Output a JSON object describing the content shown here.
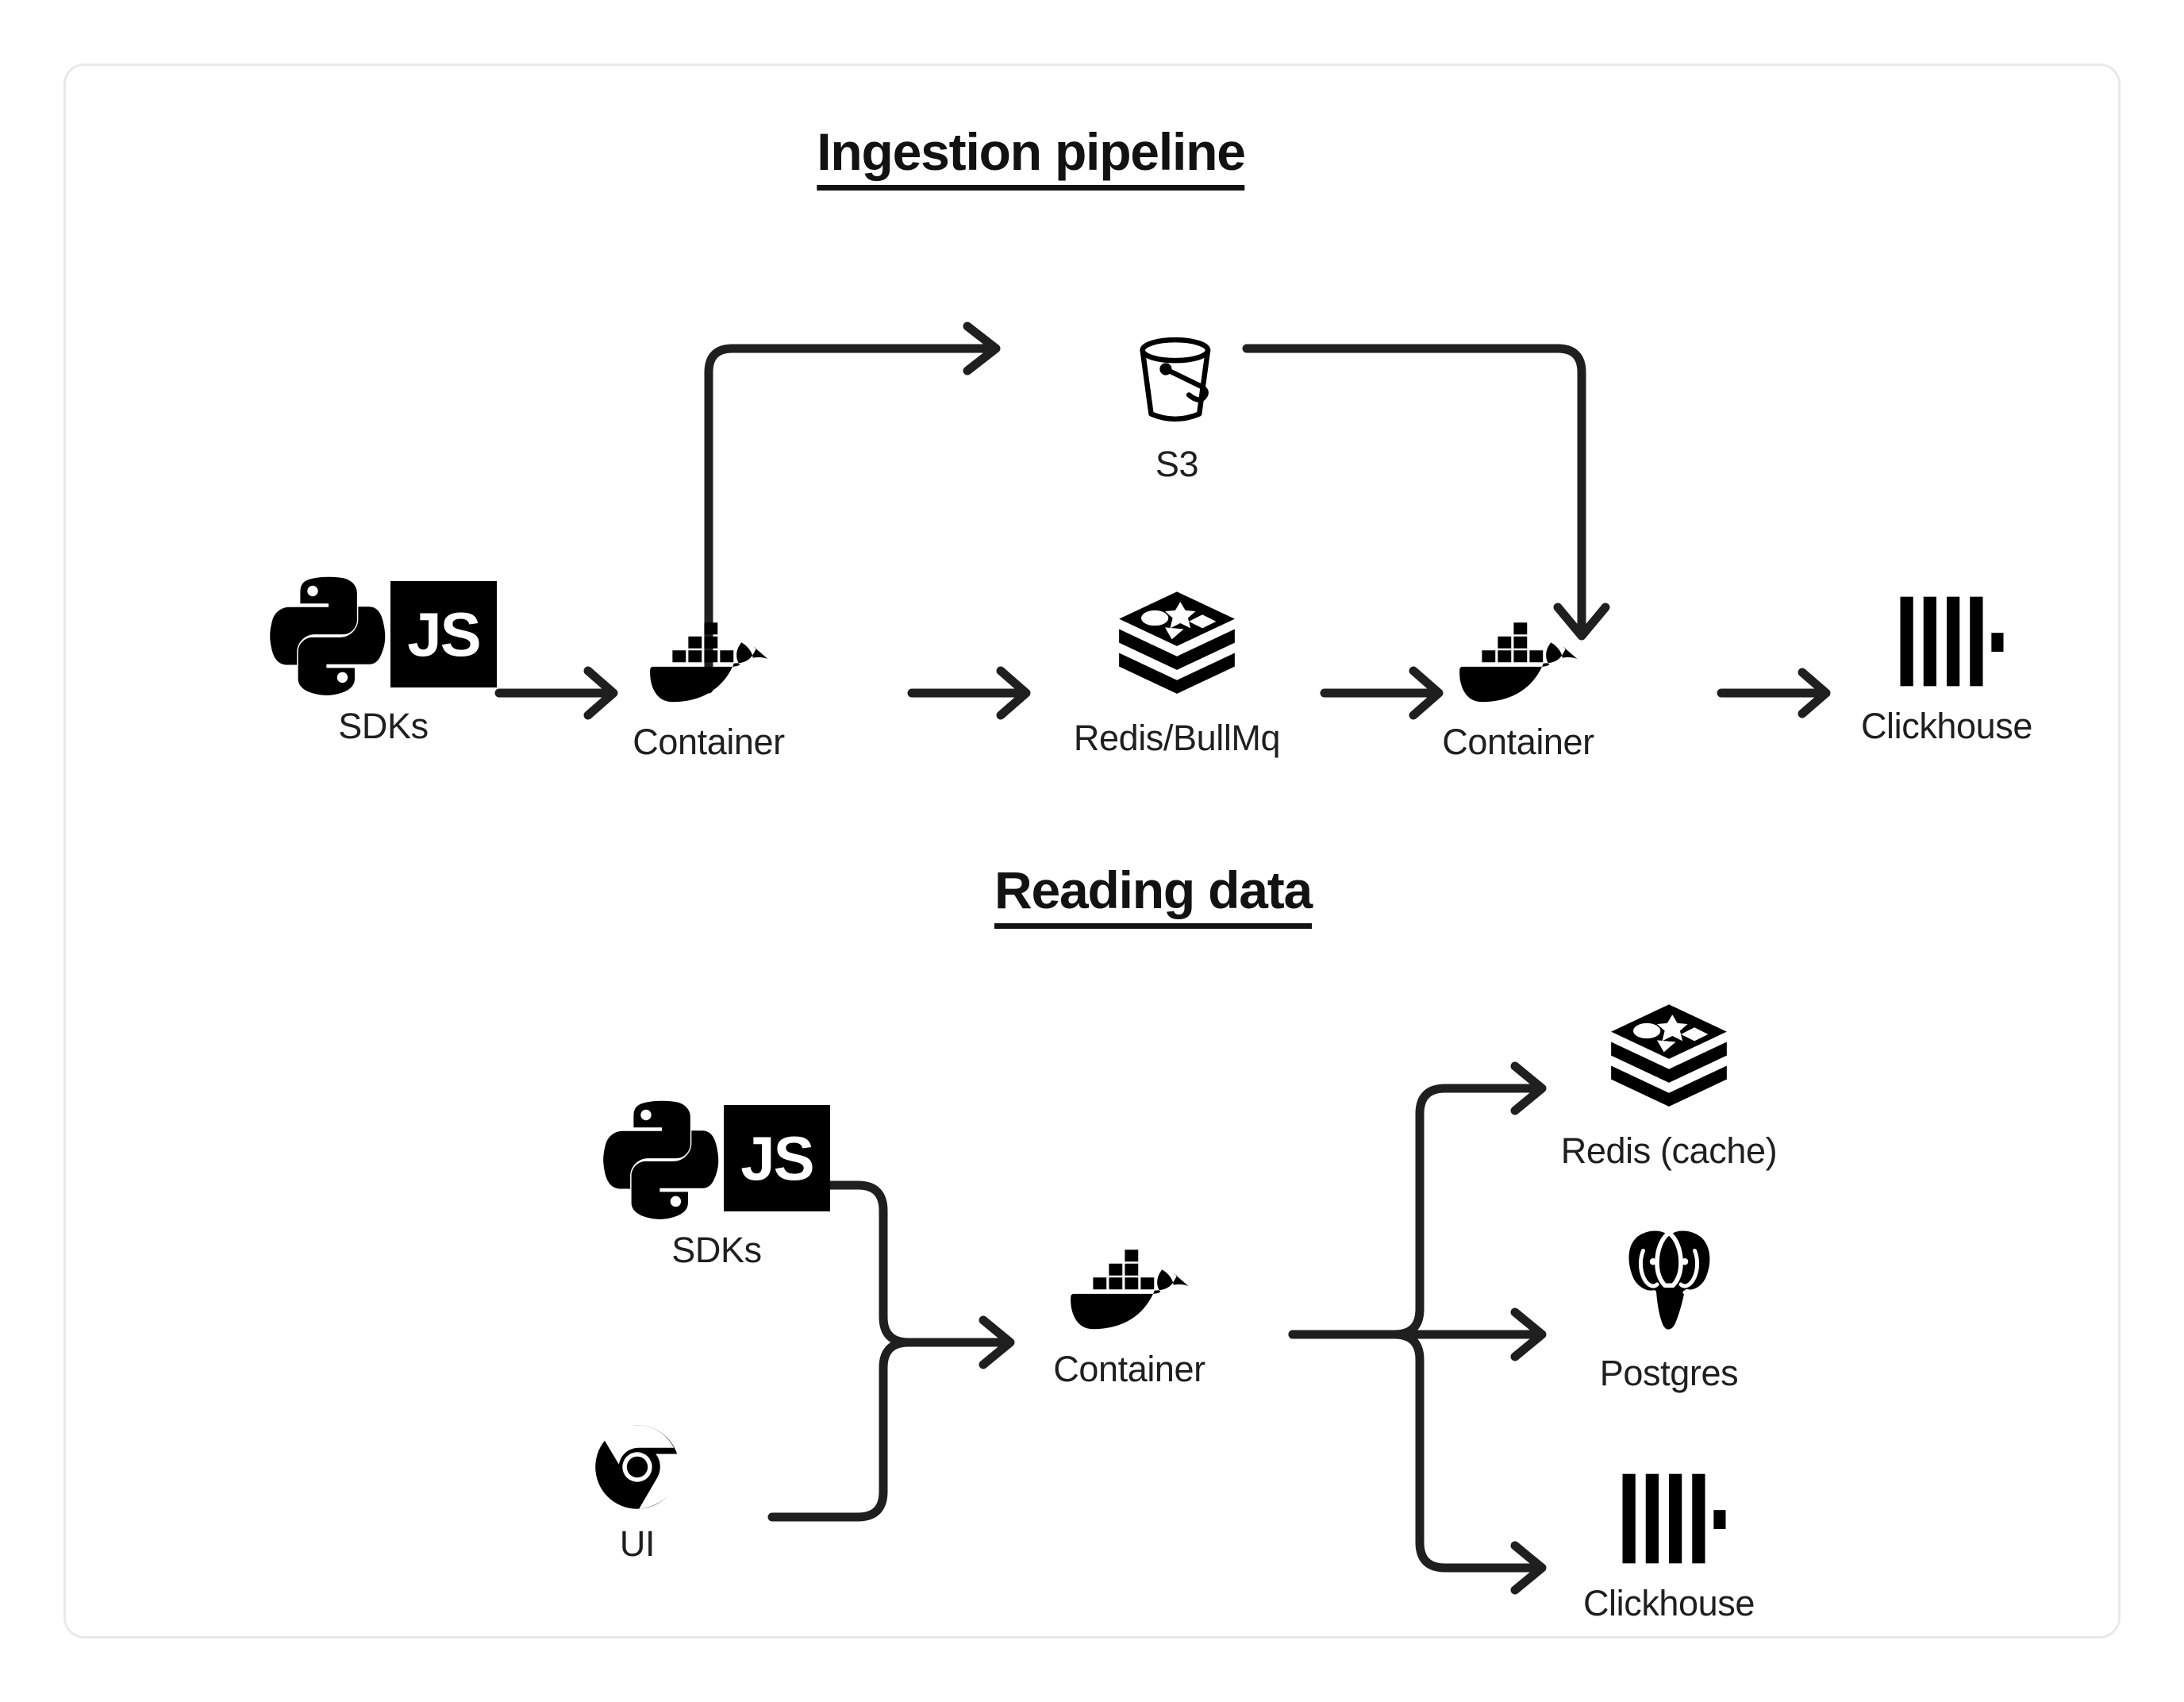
{
  "diagram": {
    "background_color": "#ffffff",
    "border_color": "#e8e8e8",
    "stroke_color": "#1f1f1f",
    "sections": [
      {
        "id": "ingestion",
        "title": "Ingestion pipeline",
        "nodes": [
          {
            "id": "sdks",
            "label": "SDKs",
            "icon": "python-js-sdk-icon"
          },
          {
            "id": "container1",
            "label": "Container",
            "icon": "docker-whale-icon"
          },
          {
            "id": "s3",
            "label": "S3",
            "icon": "s3-bucket-icon"
          },
          {
            "id": "redis",
            "label": "Redis/BullMq",
            "icon": "redis-stack-icon"
          },
          {
            "id": "container2",
            "label": "Container",
            "icon": "docker-whale-icon"
          },
          {
            "id": "clickhouse",
            "label": "Clickhouse",
            "icon": "clickhouse-bars-icon"
          }
        ],
        "edges": [
          {
            "from": "sdks",
            "to": "container1",
            "style": "straight-arrow"
          },
          {
            "from": "container1",
            "to": "s3",
            "style": "elbow-up-right-arrow"
          },
          {
            "from": "container1",
            "to": "redis",
            "style": "straight-arrow"
          },
          {
            "from": "s3",
            "to": "container2",
            "style": "elbow-right-down-arrow"
          },
          {
            "from": "redis",
            "to": "container2",
            "style": "straight-arrow"
          },
          {
            "from": "container2",
            "to": "clickhouse",
            "style": "straight-arrow"
          }
        ]
      },
      {
        "id": "reading",
        "title": "Reading data",
        "nodes": [
          {
            "id": "sdks2",
            "label": "SDKs",
            "icon": "python-js-sdk-icon"
          },
          {
            "id": "ui",
            "label": "UI",
            "icon": "chrome-browser-icon"
          },
          {
            "id": "container3",
            "label": "Container",
            "icon": "docker-whale-icon"
          },
          {
            "id": "redis_cache",
            "label": "Redis (cache)",
            "icon": "redis-stack-icon"
          },
          {
            "id": "postgres",
            "label": "Postgres",
            "icon": "postgres-elephant-icon"
          },
          {
            "id": "clickhouse2",
            "label": "Clickhouse",
            "icon": "clickhouse-bars-icon"
          }
        ],
        "edges": [
          {
            "from": "sdks2",
            "to": "container3",
            "style": "merge-arrow"
          },
          {
            "from": "ui",
            "to": "container3",
            "style": "merge-arrow"
          },
          {
            "from": "container3",
            "to": "redis_cache",
            "style": "fanout-up-arrow"
          },
          {
            "from": "container3",
            "to": "postgres",
            "style": "fanout-straight-arrow"
          },
          {
            "from": "container3",
            "to": "clickhouse2",
            "style": "fanout-down-arrow"
          }
        ]
      }
    ],
    "icon_labels": {
      "js": "JS"
    }
  }
}
